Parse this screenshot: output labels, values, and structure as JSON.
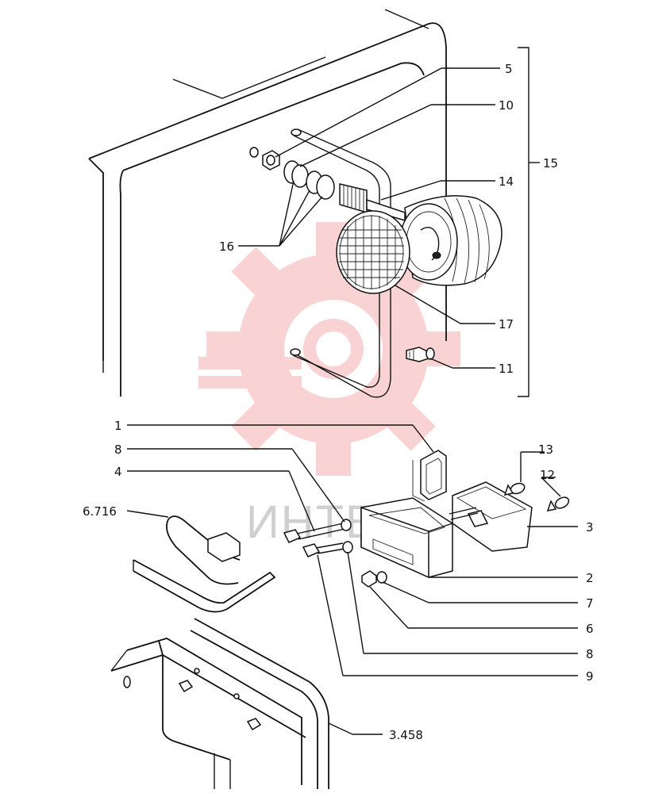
{
  "callouts": [
    {
      "id": "5",
      "text": "5"
    },
    {
      "id": "10",
      "text": "10"
    },
    {
      "id": "14",
      "text": "14"
    },
    {
      "id": "15",
      "text": "15"
    },
    {
      "id": "16",
      "text": "16"
    },
    {
      "id": "17",
      "text": "17"
    },
    {
      "id": "11",
      "text": "11"
    },
    {
      "id": "1",
      "text": "1"
    },
    {
      "id": "8a",
      "text": "8"
    },
    {
      "id": "4",
      "text": "4"
    },
    {
      "id": "13",
      "text": "13"
    },
    {
      "id": "12",
      "text": "12"
    },
    {
      "id": "3",
      "text": "3"
    },
    {
      "id": "6716",
      "text": "6.716"
    },
    {
      "id": "2",
      "text": "2"
    },
    {
      "id": "7",
      "text": "7"
    },
    {
      "id": "6",
      "text": "6"
    },
    {
      "id": "8b",
      "text": "8"
    },
    {
      "id": "9",
      "text": "9"
    },
    {
      "id": "3458",
      "text": "3.458"
    }
  ],
  "watermark": {
    "text": "ИНТЕХ",
    "color": "#e8383d"
  }
}
